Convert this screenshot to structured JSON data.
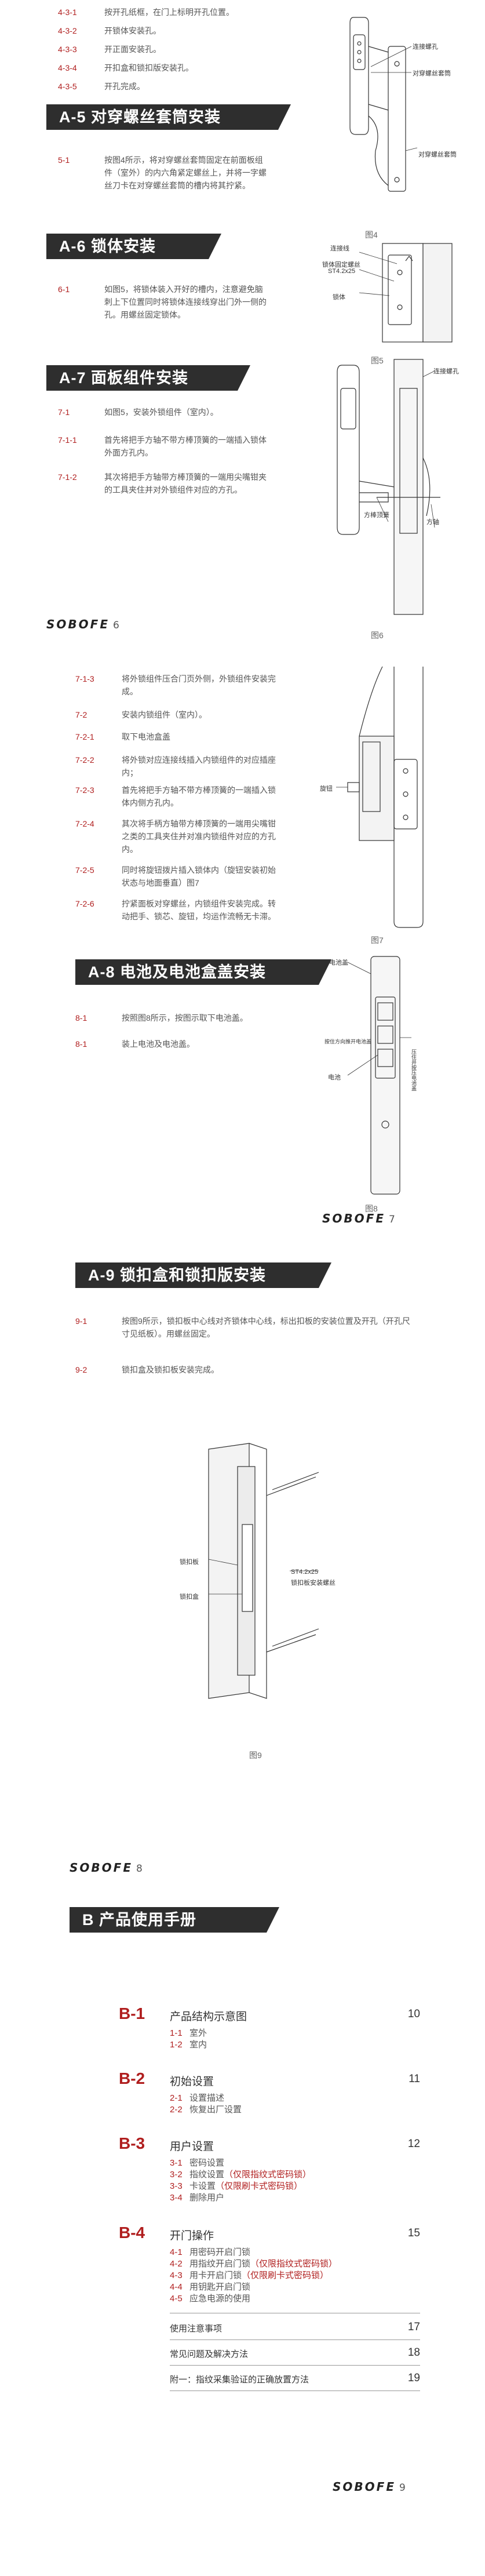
{
  "top_steps": [
    {
      "num": "4-3-1",
      "text": "按开孔纸框，在门上标明开孔位置。"
    },
    {
      "num": "4-3-2",
      "text": "开锁体安装孔。"
    },
    {
      "num": "4-3-3",
      "text": "开正面安装孔。"
    },
    {
      "num": "4-3-4",
      "text": "开扣盒和锁扣版安装孔。"
    },
    {
      "num": "4-3-5",
      "text": "开孔完成。"
    }
  ],
  "a5": {
    "title": "A-5  对穿螺丝套筒安装",
    "steps": [
      {
        "num": "5-1",
        "text": "按图4所示，将对穿螺丝套筒固定在前面板组件（室外）的内六角紧定螺丝上，并将一字螺丝刀卡在对穿螺丝套筒的槽内将其拧紧。"
      }
    ],
    "callouts": [
      "连接螺孔",
      "对穿螺丝套筒",
      "对穿螺丝套筒"
    ],
    "fig": "图4"
  },
  "a6": {
    "title": "A-6  锁体安装",
    "steps": [
      {
        "num": "6-1",
        "text": "如图5，将锁体装入开好的槽内，注意避免脑刺上下位置同时将锁体连接线穿出门外一侧的孔。用螺丝固定锁体。"
      }
    ],
    "callouts": [
      "连接线",
      "锁体固定螺丝",
      "ST4.2x25",
      "锁体"
    ],
    "fig": "图5"
  },
  "a7": {
    "title": "A-7  面板组件安装",
    "steps": [
      {
        "num": "7-1",
        "text": "如图5，安装外锁组件（室内）。"
      },
      {
        "num": "7-1-1",
        "text": "首先将把手方轴不带方棒顶簧的一端插入锁体外面方孔内。"
      },
      {
        "num": "7-1-2",
        "text": "其次将把手方轴带方棒顶簧的一端用尖嘴钳夹的工具夹住并对外锁组件对应的方孔。"
      }
    ],
    "callouts": [
      "连接螺孔",
      "方棒顶簧",
      "方轴"
    ],
    "fig": "图6"
  },
  "page6": {
    "brand": "SOBOFE",
    "page": "6"
  },
  "a7b": {
    "steps": [
      {
        "num": "7-1-3",
        "text": "将外锁组件压合门页外侧，外锁组件安装完成。"
      },
      {
        "num": "7-2",
        "text": "安装内锁组件（室内）。"
      },
      {
        "num": "7-2-1",
        "text": "取下电池盒盖"
      },
      {
        "num": "7-2-2",
        "text": "将外锁对应连接线插入内锁组件的对应插座内；"
      },
      {
        "num": "7-2-3",
        "text": "首先将把手方轴不带方棒顶簧的一端插入锁体内侧方孔内。"
      },
      {
        "num": "7-2-4",
        "text": "其次将手柄方轴带方棒顶簧的一端用尖嘴钳之类的工具夹住并对准内锁组件对应的方孔内。"
      },
      {
        "num": "7-2-5",
        "text": "同时将旋钮拨片插入锁体内（旋钮安装初始状态与地面垂直）图7"
      },
      {
        "num": "7-2-6",
        "text": "拧紧面板对穿螺丝，内锁组件安装完成。转动把手、锁芯、旋钮，均运作流畅无卡滞。"
      }
    ],
    "callouts": [
      "旋钮"
    ],
    "fig": "图7"
  },
  "a8": {
    "title": "A-8  电池及电池盒盖安装",
    "steps": [
      {
        "num": "8-1",
        "text": "按照图8所示，按图示取下电池盖。"
      },
      {
        "num": "8-1",
        "text": "装上电池及电池盖。"
      }
    ],
    "callouts": [
      "电池盖",
      "电池",
      "按住方向推开电池盖",
      "压住并按压电池盖"
    ],
    "fig": "图8"
  },
  "page7": {
    "brand": "SOBOFE",
    "page": "7"
  },
  "a9": {
    "title": "A-9  锁扣盒和锁扣版安装",
    "steps": [
      {
        "num": "9-1",
        "text": "按图9所示，锁扣板中心线对齐锁体中心线，标出扣板的安装位置及开孔（开孔尺寸见纸板）。用螺丝固定。"
      },
      {
        "num": "9-2",
        "text": "锁扣盒及锁扣板安装完成。"
      }
    ],
    "callouts": [
      "锁扣板",
      "锁扣盒",
      "ST4.2x25",
      "锁扣板安装螺丝"
    ],
    "fig": "图9"
  },
  "page8": {
    "brand": "SOBOFE",
    "page": "8"
  },
  "b": {
    "title": "B  产品使用手册",
    "toc": [
      {
        "head": "B-1",
        "title": "产品结构示意图",
        "page": "10",
        "subs": [
          {
            "n": "1-1",
            "t": "室外",
            "h": ""
          },
          {
            "n": "1-2",
            "t": "室内",
            "h": ""
          }
        ]
      },
      {
        "head": "B-2",
        "title": "初始设置",
        "page": "11",
        "subs": [
          {
            "n": "2-1",
            "t": "设置描述",
            "h": ""
          },
          {
            "n": "2-2",
            "t": "恢复出厂设置",
            "h": ""
          }
        ]
      },
      {
        "head": "B-3",
        "title": "用户设置",
        "page": "12",
        "subs": [
          {
            "n": "3-1",
            "t": "密码设置",
            "h": ""
          },
          {
            "n": "3-2",
            "t": "指纹设置",
            "h": "（仅限指纹式密码锁）"
          },
          {
            "n": "3-3",
            "t": "卡设置",
            "h": "（仅限刷卡式密码锁）"
          },
          {
            "n": "3-4",
            "t": "删除用户",
            "h": ""
          }
        ]
      },
      {
        "head": "B-4",
        "title": "开门操作",
        "page": "15",
        "subs": [
          {
            "n": "4-1",
            "t": "用密码开启门锁",
            "h": ""
          },
          {
            "n": "4-2",
            "t": "用指纹开启门锁",
            "h": "（仅限指纹式密码锁）"
          },
          {
            "n": "4-3",
            "t": "用卡开启门锁",
            "h": "（仅限刷卡式密码锁）"
          },
          {
            "n": "4-4",
            "t": "用钥匙开启门锁",
            "h": ""
          },
          {
            "n": "4-5",
            "t": "应急电源的使用",
            "h": ""
          }
        ]
      }
    ],
    "extra": [
      {
        "title": "使用注意事项",
        "page": "17"
      },
      {
        "title": "常见问题及解决方法",
        "page": "18"
      },
      {
        "title": "附一：指纹采集验证的正确放置方法",
        "page": "19"
      }
    ]
  },
  "page9": {
    "brand": "SOBOFE",
    "page": "9"
  }
}
